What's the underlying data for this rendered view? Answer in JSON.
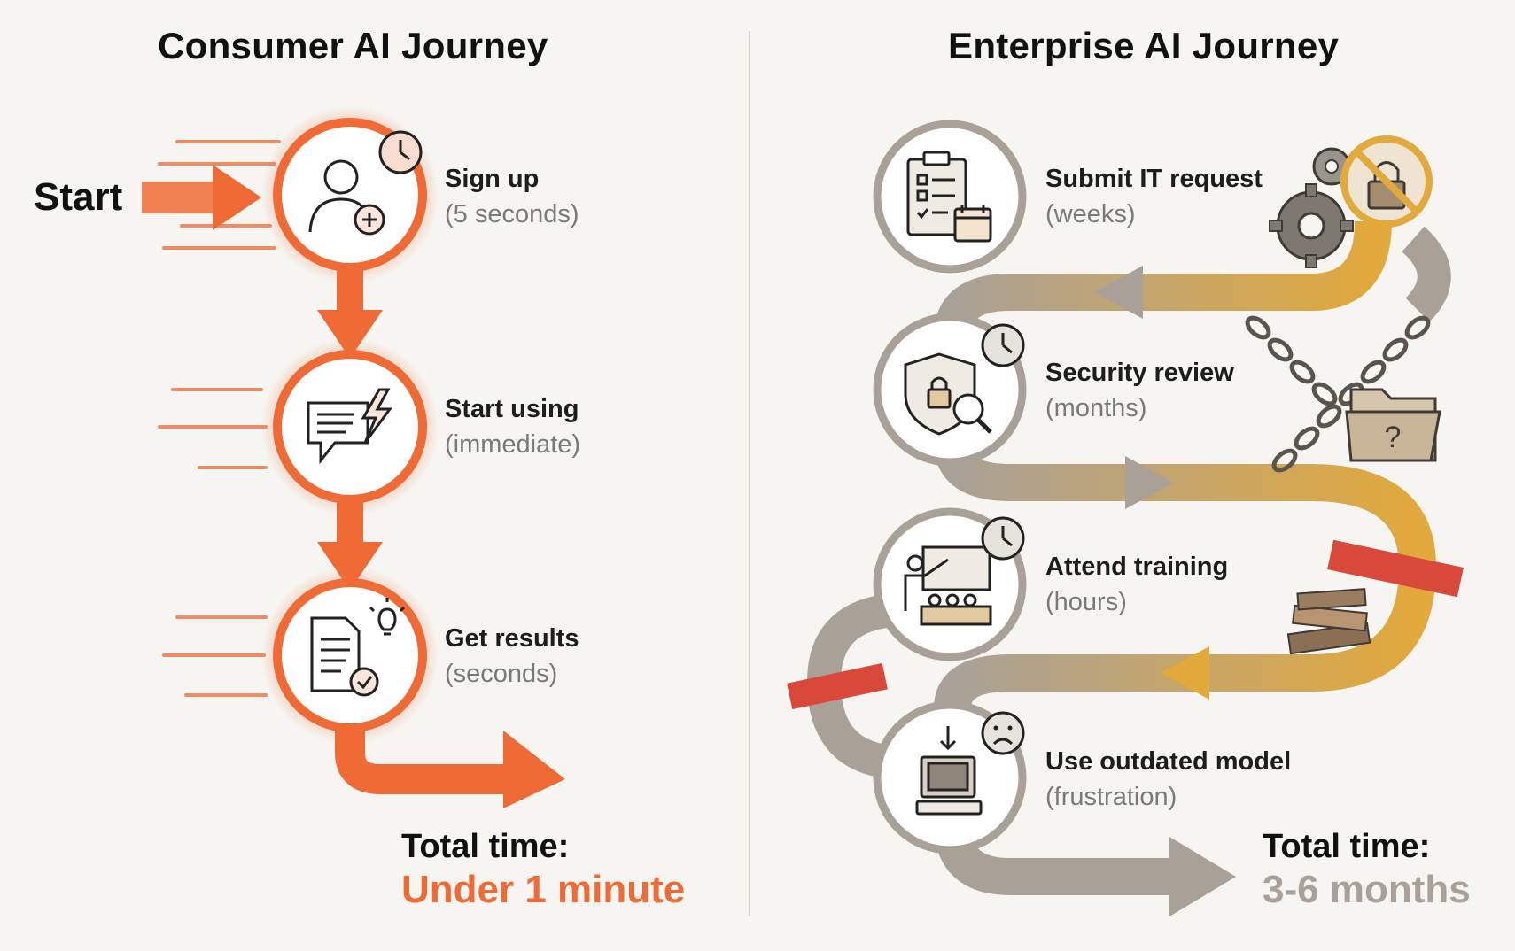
{
  "colors": {
    "consumer": "#ef6a35",
    "enterprise_gray": "#a9a198",
    "enterprise_gold": "#e2a93c",
    "tape": "#d8493a",
    "background": "#f6f5f1"
  },
  "consumer": {
    "title": "Consumer AI Journey",
    "start_label": "Start",
    "steps": [
      {
        "label": "Sign up",
        "sub": "(5 seconds)",
        "icon": "add-user-icon"
      },
      {
        "label": "Start using",
        "sub": "(immediate)",
        "icon": "chat-lightning-icon"
      },
      {
        "label": "Get results",
        "sub": "(seconds)",
        "icon": "document-check-icon"
      }
    ],
    "total_label": "Total time:",
    "total_value": "Under 1 minute"
  },
  "enterprise": {
    "title": "Enterprise AI Journey",
    "steps": [
      {
        "label": "Submit IT request",
        "sub": "(weeks)",
        "icon": "clipboard-calendar-icon"
      },
      {
        "label": "Security review",
        "sub": "(months)",
        "icon": "shield-lock-search-icon"
      },
      {
        "label": "Attend training",
        "sub": "(hours)",
        "icon": "classroom-icon"
      },
      {
        "label": "Use outdated model",
        "sub": "(frustration)",
        "icon": "old-computer-icon"
      }
    ],
    "obstacles": [
      "gears-icon",
      "no-lock-icon",
      "chain-icon",
      "unknown-folder-icon",
      "red-tape-icon",
      "books-icon"
    ],
    "total_label": "Total time:",
    "total_value": "3-6 months"
  }
}
